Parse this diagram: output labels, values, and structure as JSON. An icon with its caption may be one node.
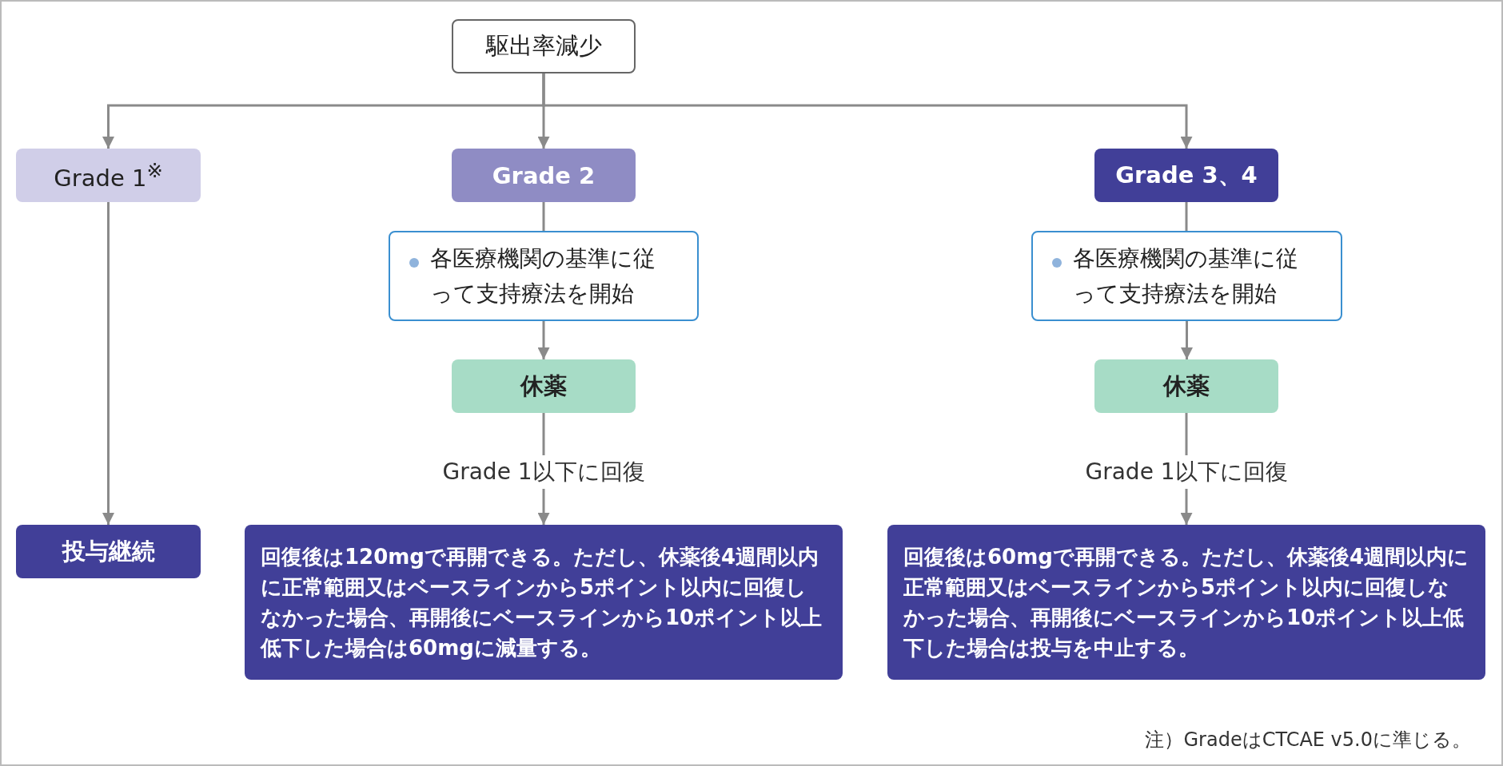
{
  "diagram": {
    "nodes": [
      {
        "text": [
          "駆出率減少"
        ]
      },
      {
        "text": [
          "Grade 1$^{※}$"
        ]
      },
      {
        "text": [
          "Grade 2"
        ]
      },
      {
        "text": [
          "Grade 3、4"
        ]
      },
      {
        "text": [
          "各医療機関の基準に従って支持療法を開始"
        ]
      },
      {
        "text": [
          "各医療機関の基準に従って支持療法を開始"
        ]
      },
      {
        "text": [
          "休薬"
        ]
      },
      {
        "text": [
          "休薬"
        ]
      },
      {
        "text": [
          "投与継続"
        ]
      },
      {
        "text": [
          "回復後は120mgで再開できる。ただし、休薬後4週間以内に正常範囲又はベースラインから5ポイント以内に回復しなかった場合、再開後にベースラインから10ポイント以上低下した場合は60mgに減量する。"
        ]
      },
      {
        "text": [
          "回復後は60mgで再開できる。ただし、休薬後4週間以内に正常範囲又はベースラインから5ポイント以内に回復しなかった場合、再開後にベースラインから10ポイント以上低下した場合は投与を中止する。"
        ]
      }
    ],
    "edges": [
      {
        "from": 0,
        "to": 1,
        "arrow": "to"
      },
      {
        "from": 0,
        "to": 2,
        "arrow": "to"
      },
      {
        "from": 0,
        "to": 3,
        "arrow": "to"
      },
      {
        "from": 1,
        "to": 8,
        "arrow": "to"
      },
      {
        "from": 2,
        "to": 4,
        "arrow": "none"
      },
      {
        "from": 4,
        "to": 6,
        "arrow": "to"
      },
      {
        "from": 6,
        "to": 9,
        "arrow": "to",
        "label": "Grade 1以下に回復"
      },
      {
        "from": 3,
        "to": 5,
        "arrow": "none"
      },
      {
        "from": 5,
        "to": 7,
        "arrow": "to"
      },
      {
        "from": 7,
        "to": 10,
        "arrow": "to",
        "label": "Grade 1以下に回復"
      }
    ],
    "labels": [
      "注）GradeはCTCAE v5.0に準じる。"
    ]
  }
}
